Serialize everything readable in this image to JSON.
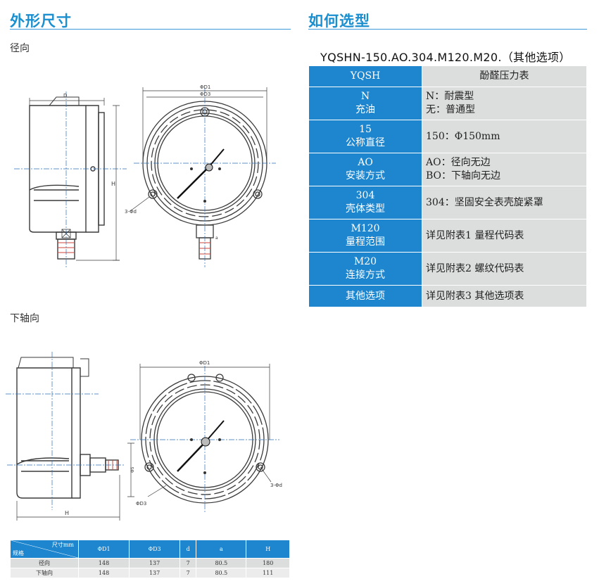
{
  "left": {
    "title": "外形尺寸",
    "view1_label": "径向",
    "view2_label": "下轴向",
    "drawing_labels": {
      "d_label": "D",
      "d1": "ΦD1",
      "d3": "ΦD3",
      "h": "H",
      "a": "a",
      "hole": "3-Φd",
      "d5": "Φ5"
    }
  },
  "right": {
    "title": "如何选型",
    "model_code": "YQSHN-150.AO.304.M120.M20.（其他选项）"
  },
  "selection_table": [
    {
      "code": "YQSH",
      "name": "",
      "desc": [
        "酚醛压力表"
      ],
      "header": true
    },
    {
      "code": "N",
      "name": "充油",
      "desc": [
        "N：耐震型",
        "无：普通型"
      ]
    },
    {
      "code": "15",
      "name": "公称直径",
      "desc": [
        "150：Φ150mm"
      ]
    },
    {
      "code": "AO",
      "name": "安装方式",
      "desc": [
        "AO：径向无边",
        "BO：下轴向无边"
      ]
    },
    {
      "code": "304",
      "name": "壳体类型",
      "desc": [
        "304：坚固安全表壳旋紧罩"
      ]
    },
    {
      "code": "M120",
      "name": "量程范围",
      "desc": [
        "详见附表1  量程代码表"
      ]
    },
    {
      "code": "M20",
      "name": "连接方式",
      "desc": [
        "详见附表2  螺纹代码表"
      ]
    },
    {
      "code": "其他选项",
      "name": "",
      "desc": [
        "详见附表3  其他选项表"
      ]
    }
  ],
  "dim_table": {
    "corner_top": "尺寸mm",
    "corner_bottom": "规格",
    "headers": [
      "ΦD1",
      "ΦD3",
      "d",
      "a",
      "H"
    ],
    "rows": [
      {
        "name": "径向",
        "values": [
          "148",
          "137",
          "7",
          "80.5",
          "180"
        ]
      },
      {
        "name": "下轴向",
        "values": [
          "148",
          "137",
          "7",
          "80.5",
          "111"
        ]
      }
    ]
  },
  "colors": {
    "accent": "#1a8fd0",
    "table_blue": "#1d86cf",
    "table_gray": "#dcdddd",
    "drawing_line": "#3a3a3a",
    "center_line": "#2b6fb8",
    "thread_red": "#d0463c"
  }
}
